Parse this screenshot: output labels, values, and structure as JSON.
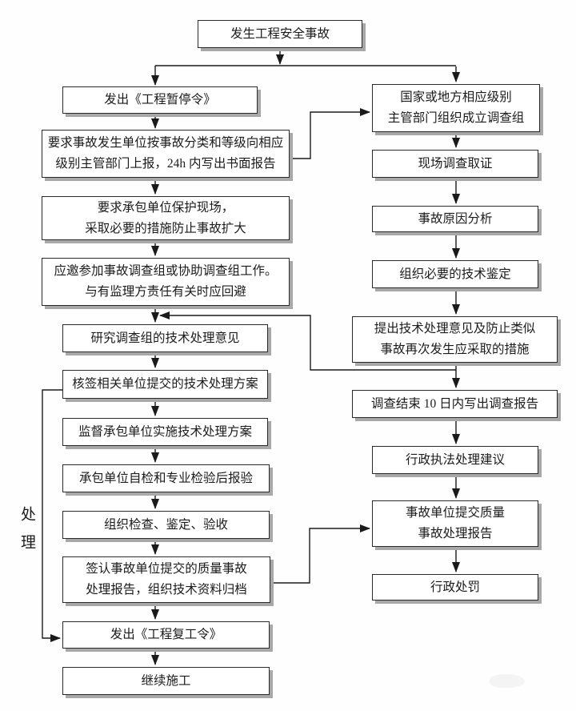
{
  "start_node": "发生工程安全事故",
  "side_label": "处理",
  "left_column": {
    "suspend_order": "发出《工程暂停令》",
    "report": {
      "line1": "要求事故发生单位按事故分类和等级向相应",
      "line2": "级别主管部门上报，24h 内写出书面报告"
    },
    "protect_site": {
      "line1": "要求承包单位保护现场，",
      "line2": "采取必要的措施防止事故扩大"
    },
    "join_investigation": {
      "line1": "应邀参加事故调查组或协助调查组工作。",
      "line2": "与有监理方责任有关时应回避"
    },
    "study_opinions": "研究调查组的技术处理意见",
    "countersign_plan": "核签相关单位提交的技术处理方案",
    "supervise_implementation": "监督承包单位实施技术处理方案",
    "contractor_self_check": "承包单位自检和专业检验后报验",
    "organize_acceptance": "组织检查、鉴定、验收",
    "sign_report": {
      "line1": "签认事故单位提交的质量事故",
      "line2": "处理报告，组织技术资料归档"
    },
    "resume_order": "发出《工程复工令》",
    "continue_construction": "继续施工"
  },
  "right_column": {
    "form_team": {
      "line1": "国家或地方相应级别",
      "line2": "主管部门组织成立调查组"
    },
    "site_investigation": "现场调查取证",
    "cause_analysis": "事故原因分析",
    "technical_appraisal": "组织必要的技术鉴定",
    "propose_measures": {
      "line1": "提出技术处理意见及防止类似",
      "line2": "事故再次发生应采取的措施"
    },
    "investigation_report": "调查结束 10 日内写出调查报告",
    "enforcement_suggestion": "行政执法处理建议",
    "submit_report": {
      "line1": "事故单位提交质量",
      "line2": "事故处理报告"
    },
    "administrative_penalty": "行政处罚"
  },
  "colors": {
    "line": "#1a1a1a",
    "box_border": "#2a2a2a",
    "box_shadow": "#a8a8a8",
    "text": "#1b1b1b",
    "background": "#fefefe"
  }
}
